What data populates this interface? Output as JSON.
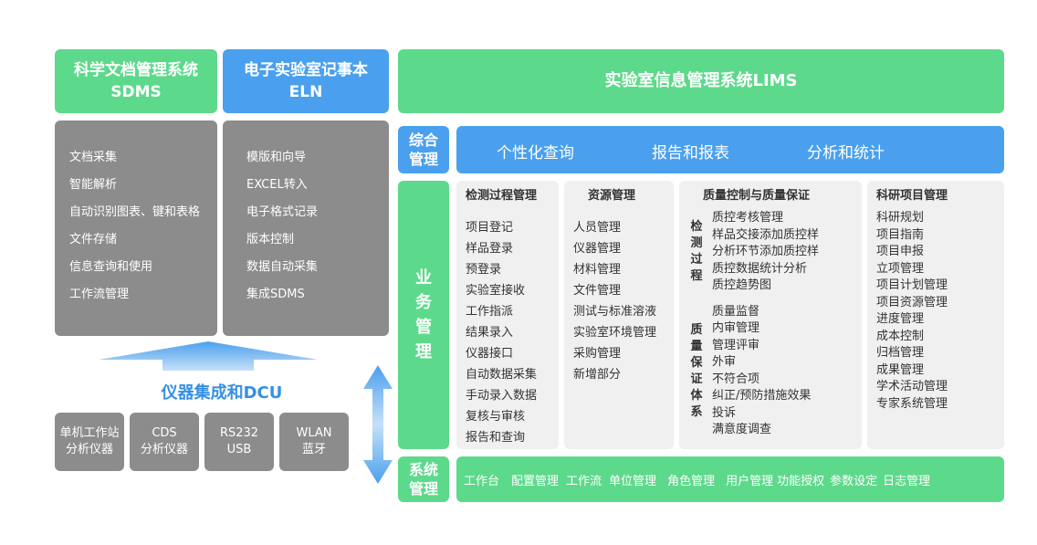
{
  "sdms": {
    "title_cn": "科学文档管理系统",
    "title_en": "SDMS",
    "items": [
      "文档采集",
      "智能解析",
      "自动识别图表、键和表格",
      "文件存储",
      "信息查询和使用",
      "工作流管理"
    ]
  },
  "eln": {
    "title_cn": "电子实验室记事本",
    "title_en": "ELN",
    "items": [
      "模版和向导",
      "EXCEL转入",
      "电子格式记录",
      "版本控制",
      "数据自动采集",
      "集成SDMS"
    ]
  },
  "dcu": {
    "label": "仪器集成和DCU",
    "devices": [
      {
        "line1": "单机工作站",
        "line2": "分析仪器"
      },
      {
        "line1": "CDS",
        "line2": "分析仪器"
      },
      {
        "line1": "RS232",
        "line2": "USB"
      },
      {
        "line1": "WLAN",
        "line2": "蓝牙"
      }
    ]
  },
  "lims": {
    "title": "实验室信息管理系统LIMS"
  },
  "comprehensive": {
    "label_1": "综合",
    "label_2": "管理",
    "items": [
      "个性化查询",
      "报告和报表",
      "分析和统计"
    ]
  },
  "business": {
    "label": [
      "业",
      "务",
      "管",
      "理"
    ],
    "testing": {
      "title": "检测过程管理",
      "items": [
        "项目登记",
        "样品登录",
        "预登录",
        "实验室接收",
        "工作指派",
        "结果录入",
        "仪器接口",
        "自动数据采集",
        "手动录入数据",
        "复核与审核",
        "报告和查询"
      ]
    },
    "resource": {
      "title": "资源管理",
      "items": [
        "人员管理",
        "仪器管理",
        "材料管理",
        "文件管理",
        "测试与标准溶液",
        "实验室环境管理",
        "采购管理",
        "新增部分"
      ]
    },
    "quality": {
      "title": "质量控制与质量保证",
      "group1_label": [
        "检",
        "测",
        "过",
        "程"
      ],
      "group1_items": [
        "质控考核管理",
        "样品交接添加质控样",
        "分析环节添加质控样",
        "质控数据统计分析",
        "质控趋势图"
      ],
      "group2_label": [
        "质",
        "量",
        "保",
        "证",
        "体",
        "系"
      ],
      "group2_items": [
        "质量监督",
        "内审管理",
        "管理评审",
        "外审",
        "不符合项",
        "纠正/预防措施效果",
        "投诉",
        "满意度调查"
      ]
    },
    "research": {
      "title": "科研项目管理",
      "items": [
        "科研规划",
        "项目指南",
        "项目申报",
        "立项管理",
        "项目计划管理",
        "项目资源管理",
        "进度管理",
        "成本控制",
        "归档管理",
        "成果管理",
        "学术活动管理",
        "专家系统管理"
      ]
    }
  },
  "system": {
    "label_1": "系统",
    "label_2": "管理",
    "items": [
      "工作台",
      "配置管理",
      "工作流",
      "单位管理",
      "角色管理",
      "用户管理",
      "功能授权",
      "参数设定",
      "日志管理"
    ]
  },
  "colors": {
    "green": "#5dd98b",
    "blue": "#4aa0ee",
    "gray": "#8c8c8c",
    "light_gray": "#f0f0f0"
  }
}
